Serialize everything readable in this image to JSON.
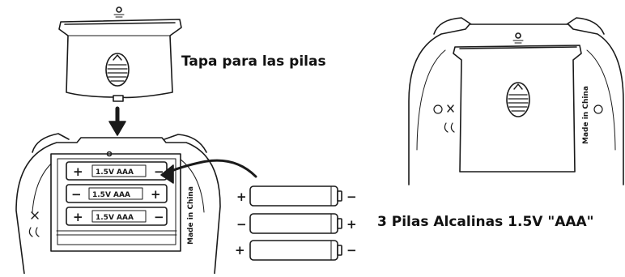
{
  "labels": {
    "cover": "Tapa para las pilas",
    "batteries": "3 Pilas Alcalinas 1.5V \"AAA\""
  },
  "compartment": {
    "cell_text": "1.5V  AAA",
    "plus": "+",
    "minus": "−",
    "made_in": "Made in China"
  },
  "loose_batteries": {
    "polarity_left": [
      "+",
      "−",
      "+"
    ],
    "polarity_right": [
      "−",
      "+",
      "−"
    ]
  },
  "colors": {
    "stroke": "#1a1a1a",
    "fill": "#ffffff",
    "shade": "#d9d9d9"
  }
}
